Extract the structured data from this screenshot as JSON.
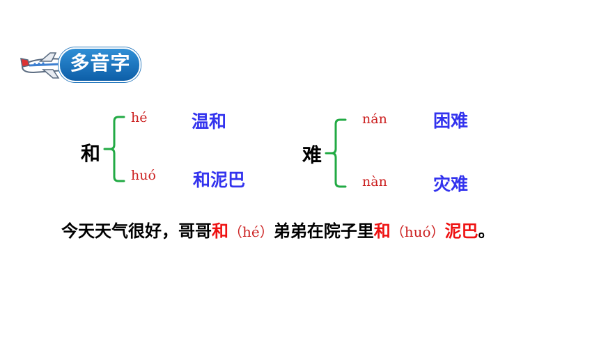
{
  "header": {
    "title": "多音字",
    "icon": "airplane-icon"
  },
  "groups": [
    {
      "char": "和",
      "readings": [
        {
          "pinyin": "hé",
          "word": "温和"
        },
        {
          "pinyin": "huó",
          "word": "和泥巴"
        }
      ]
    },
    {
      "char": "难",
      "readings": [
        {
          "pinyin": "nán",
          "word": "困难"
        },
        {
          "pinyin": "nàn",
          "word": "灾难"
        }
      ]
    }
  ],
  "sentence": {
    "part1": "今天天气很好，哥哥",
    "char1": "和",
    "paren1_open": "（",
    "pinyin1": "hé",
    "paren1_close": "）",
    "part2": "弟弟在院子里",
    "char2": "和",
    "paren2_open": "（",
    "pinyin2": "huó",
    "paren2_close": "）",
    "word": "泥巴",
    "end": "。"
  },
  "colors": {
    "pinyin": "#cc2222",
    "word": "#3333ee",
    "brace": "#22aa44",
    "highlight": "#ee1111",
    "badge": "#1a73c4"
  }
}
